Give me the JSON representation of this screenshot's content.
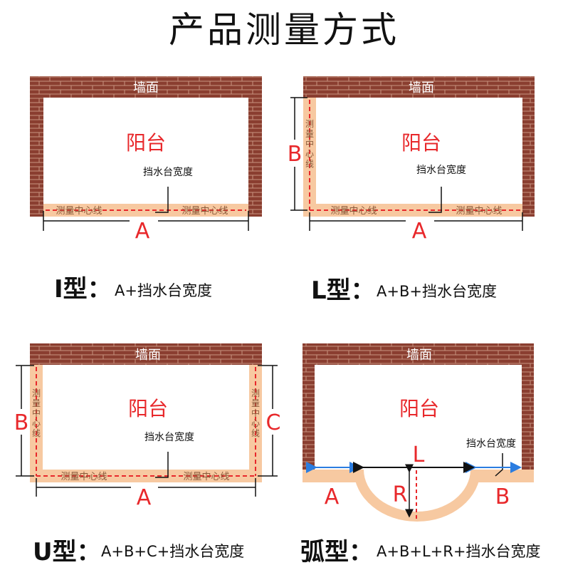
{
  "page": {
    "title": "产品测量方式"
  },
  "labels": {
    "wall": "墙面",
    "balcony": "阳台",
    "ledge_width": "挡水台宽度",
    "center_line": "测量中心线",
    "center_line_vertical": "测量中心线",
    "a": "A",
    "b": "B",
    "c": "C",
    "l": "L",
    "r": "R"
  },
  "panels": [
    {
      "id": "i-type",
      "type_label": "I型：",
      "formula": "A+挡水台宽度"
    },
    {
      "id": "l-type",
      "type_label": "L型：",
      "formula": "A+B+挡水台宽度"
    },
    {
      "id": "u-type",
      "type_label": "U型：",
      "formula": "A+B+C+挡水台宽度"
    },
    {
      "id": "arc-type",
      "type_label": "弧型：",
      "formula": "A+B+L+R+挡水台宽度"
    }
  ],
  "colors": {
    "brick": "#8a3e30",
    "brick_line": "#c89480",
    "ledge": "#f7c9a1",
    "center_line": "#e8282b",
    "letter": "#e8282b",
    "blue_arrow": "#2b7de0",
    "title": "#111111"
  }
}
